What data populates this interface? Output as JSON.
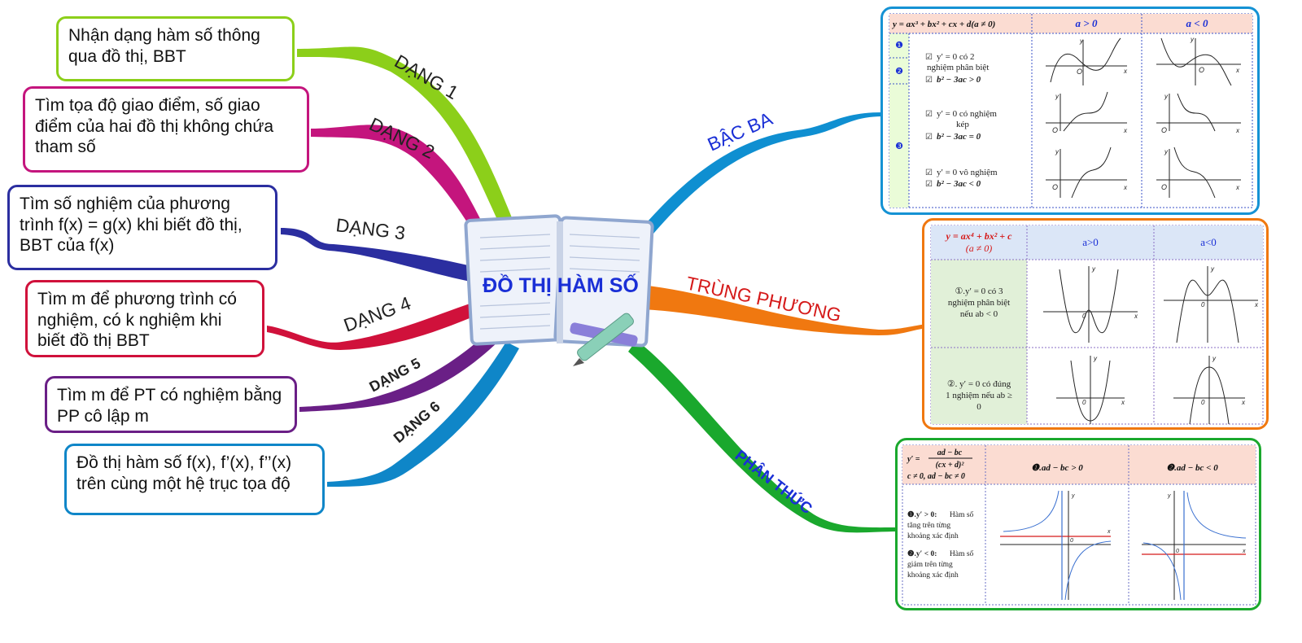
{
  "center": {
    "title": "ĐỒ THỊ HÀM SỐ"
  },
  "branches_left": [
    {
      "label": "DẠNG 1",
      "text": "Nhận dạng hàm số thông qua đồ thị, BBT",
      "color": "#8ccf1a"
    },
    {
      "label": "DẠNG 2",
      "text": "Tìm tọa độ giao điểm, số giao điểm của hai đồ thị không chứa tham số",
      "color": "#c4157d"
    },
    {
      "label": "DẠNG 3",
      "text": "Tìm số nghiệm của phương trình f(x) = g(x) khi biết đồ thị, BBT của f(x)",
      "color": "#2b2ea0"
    },
    {
      "label": "DẠNG 4",
      "text": "Tìm m để phương trình có nghiệm, có k nghiệm khi biết đồ thị BBT",
      "color": "#d0113b"
    },
    {
      "label": "DẠNG 5",
      "text": "Tìm m để PT có nghiệm bằng PP cô lập m",
      "color": "#6a1f86"
    },
    {
      "label": "DẠNG 6",
      "text": "Đồ thị hàm số f(x), f’(x), f’’(x) trên cùng một hệ trục tọa độ",
      "color": "#0f86c8"
    }
  ],
  "branches_right": [
    {
      "label": "BẬC BA",
      "color": "#0f8fd1",
      "label_color": "#1a2fd6"
    },
    {
      "label": "TRÙNG PHƯƠNG",
      "color": "#f07810",
      "label_color": "#d51a1a"
    },
    {
      "label": "PHÂN THỨC",
      "color": "#1aa82d",
      "label_color": "#1a2fd6"
    }
  ],
  "bac_ba": {
    "formula": "y = ax³ + bx² + cx + d(a ≠ 0)",
    "col_pos": "a > 0",
    "col_neg": "a < 0",
    "nums": [
      "❶",
      "❷",
      "❸"
    ],
    "row1": [
      "y′ = 0 có 2",
      "nghiệm phân biệt",
      "b² − 3ac > 0"
    ],
    "row2": [
      "y′ = 0 có nghiệm",
      "kép",
      "b² − 3ac = 0"
    ],
    "row3": [
      "y′ = 0 vô nghiệm",
      "b² − 3ac < 0"
    ],
    "axis_y": "y",
    "axis_x": "x",
    "origin": "O"
  },
  "trung_phuong": {
    "formula": "y = ax⁴ + bx² + c",
    "formula_cond": "(a ≠ 0)",
    "col_pos": "a>0",
    "col_neg": "a<0",
    "row1": [
      "①.y′ = 0 có 3",
      "nghiệm phân biệt",
      "nếu ab < 0"
    ],
    "row2": [
      "②. y′ = 0 có đúng",
      "1 nghiệm nếu ab ≥",
      "0"
    ],
    "axis_y": "y",
    "axis_x": "x",
    "origin": "0"
  },
  "phan_thuc": {
    "formula_num": "ad − bc",
    "formula_lhs": "y′ =",
    "formula_den": "(cx + d)²",
    "formula_cond": "c ≠ 0, ad − bc ≠ 0",
    "col_pos": "❶.ad − bc > 0",
    "col_neg": "❷.ad − bc < 0",
    "case1_head": "❶.y′ > 0:",
    "case1": [
      "Hàm số",
      "tăng trên từng",
      "khoảng xác định"
    ],
    "case2_head": "❷.y′ < 0:",
    "case2": [
      "Hàm số",
      "giảm trên từng",
      "khoảng xác định"
    ],
    "axis_y": "y",
    "axis_x": "x",
    "origin": "0"
  }
}
